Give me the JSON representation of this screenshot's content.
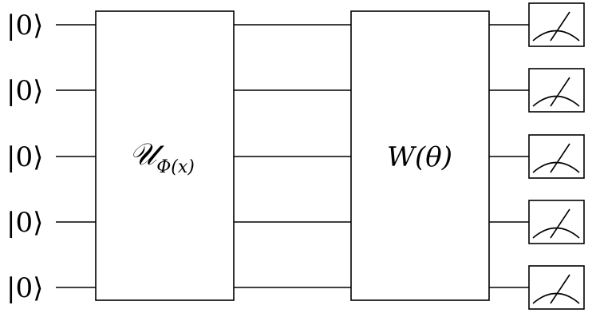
{
  "qubits": [
    {
      "initial_state": "|0⟩"
    },
    {
      "initial_state": "|0⟩"
    },
    {
      "initial_state": "|0⟩"
    },
    {
      "initial_state": "|0⟩"
    },
    {
      "initial_state": "|0⟩"
    }
  ],
  "gates": {
    "feature_map": {
      "symbol": "𝒰",
      "subscript": "Φ(x)"
    },
    "variational": {
      "label": "W(θ)"
    }
  },
  "measurements": [
    {
      "icon": "measurement-meter-icon"
    },
    {
      "icon": "measurement-meter-icon"
    },
    {
      "icon": "measurement-meter-icon"
    },
    {
      "icon": "measurement-meter-icon"
    },
    {
      "icon": "measurement-meter-icon"
    }
  ]
}
